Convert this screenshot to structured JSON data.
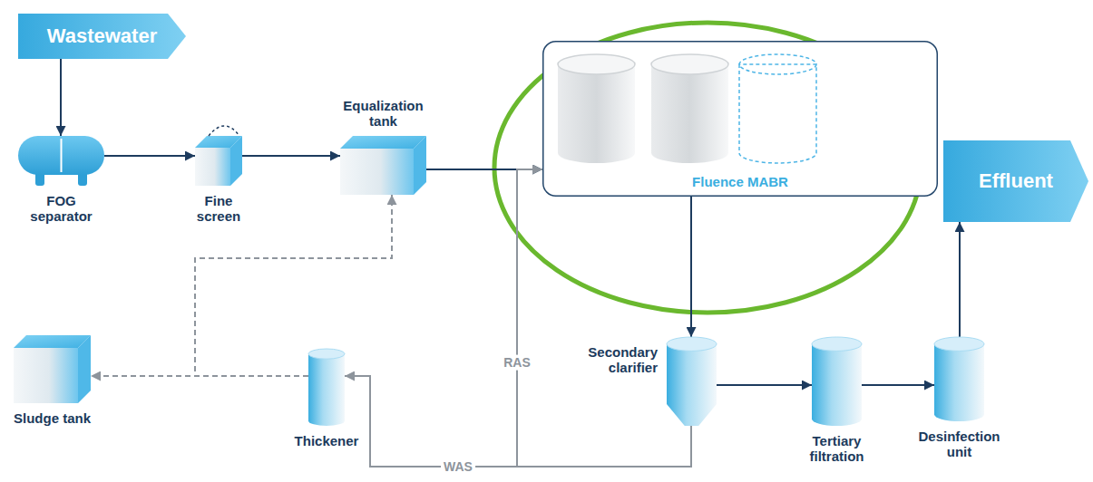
{
  "diagram": {
    "nodes": [
      {
        "text": [
          "Wastewater"
        ]
      },
      {
        "text": [
          "FOG separator"
        ]
      },
      {
        "text": [
          "Fine screen"
        ]
      },
      {
        "text": [
          "Equalization tank"
        ]
      },
      {
        "text": [
          "Fluence MABR"
        ]
      },
      {
        "text": [
          "Effluent"
        ]
      },
      {
        "text": [
          "Sludge tank"
        ]
      },
      {
        "text": [
          "Thickener"
        ]
      },
      {
        "text": [
          "Secondary clarifier"
        ]
      },
      {
        "text": [
          "Tertiary filtration"
        ]
      },
      {
        "text": [
          "Desinfection unit"
        ]
      }
    ],
    "edges": [
      {
        "from": 0,
        "to": 1,
        "arrow": "to"
      },
      {
        "from": 1,
        "to": 2,
        "arrow": "to"
      },
      {
        "from": 2,
        "to": 3,
        "arrow": "to"
      },
      {
        "from": 3,
        "to": 4,
        "arrow": "to"
      },
      {
        "from": 4,
        "to": 8,
        "arrow": "to"
      },
      {
        "from": 8,
        "to": 9,
        "arrow": "to"
      },
      {
        "from": 9,
        "to": 10,
        "arrow": "to"
      },
      {
        "from": 10,
        "to": 5,
        "arrow": "to"
      },
      {
        "from": 8,
        "to": 4,
        "label": "RAS",
        "arrow": "to"
      },
      {
        "from": 8,
        "to": 7,
        "label": "WAS",
        "arrow": "to"
      },
      {
        "from": 7,
        "to": 6,
        "arrow": "to"
      },
      {
        "from": 7,
        "to": 3,
        "arrow": "to"
      }
    ]
  }
}
